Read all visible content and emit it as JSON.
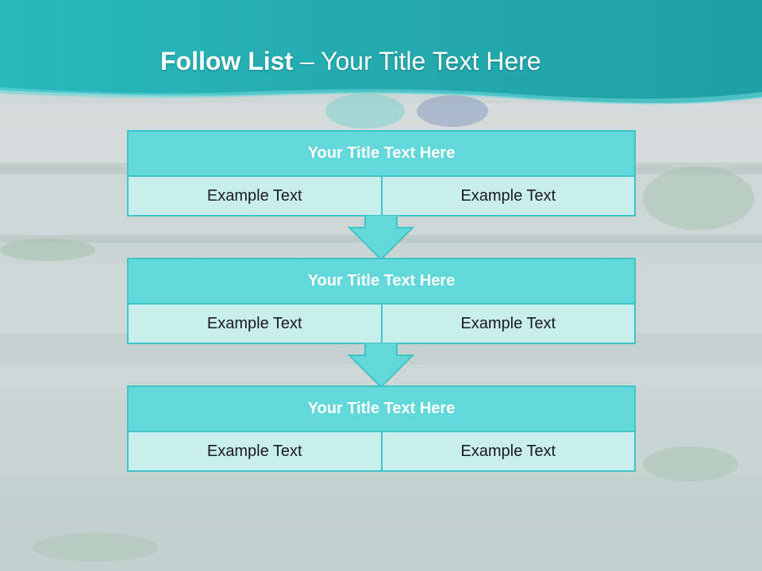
{
  "slide": {
    "title_bold": "Follow List",
    "title_rest": " – Your Title Text Here"
  },
  "steps": [
    {
      "title": "Your Title Text Here",
      "left": "Example Text",
      "right": "Example Text"
    },
    {
      "title": "Your Title Text Here",
      "left": "Example Text",
      "right": "Example Text"
    },
    {
      "title": "Your Title Text Here",
      "left": "Example Text",
      "right": "Example Text"
    }
  ],
  "colors": {
    "accent": "#3fc3c6",
    "header_fill": "#62d8da",
    "cell_fill": "#c8eeee",
    "banner": "#2fbfc4"
  }
}
